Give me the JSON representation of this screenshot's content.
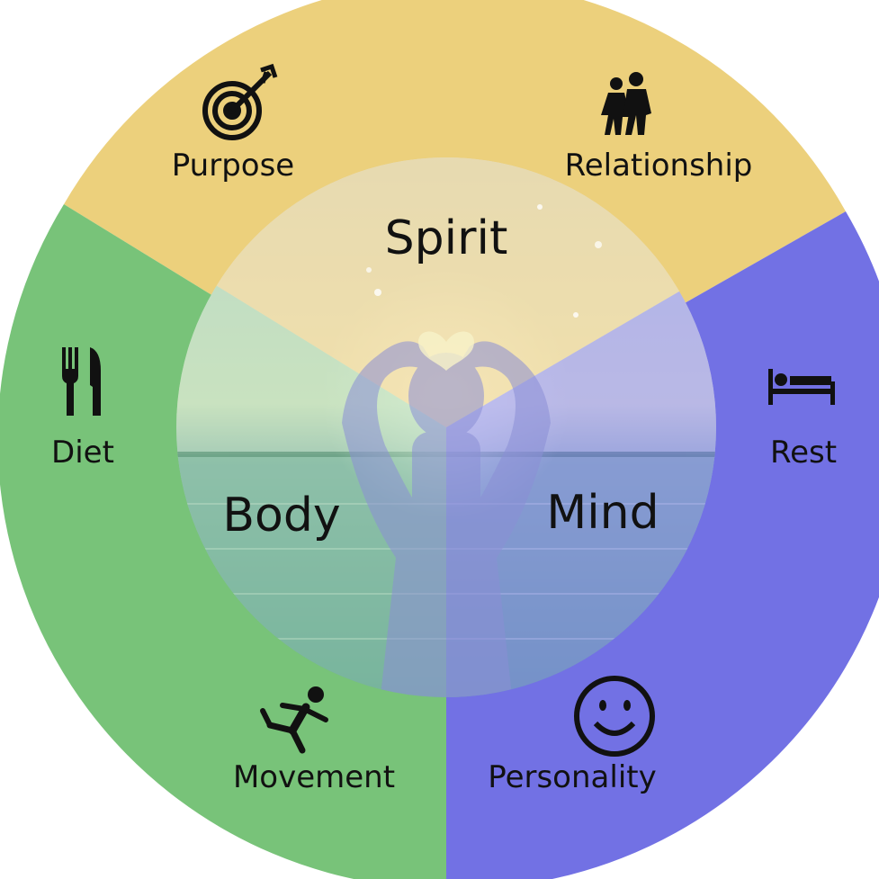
{
  "colors": {
    "spirit": "#ecd07c",
    "body": "#78c379",
    "mind": "#7271e4"
  },
  "segments": {
    "spirit": {
      "label": "Spirit",
      "items": [
        {
          "label": "Purpose",
          "icon": "target-arrow-icon"
        },
        {
          "label": "Relationship",
          "icon": "walking-couple-icon"
        }
      ]
    },
    "body": {
      "label": "Body",
      "items": [
        {
          "label": "Diet",
          "icon": "fork-knife-icon"
        },
        {
          "label": "Movement",
          "icon": "running-person-icon"
        }
      ]
    },
    "mind": {
      "label": "Mind",
      "items": [
        {
          "label": "Rest",
          "icon": "bed-icon"
        },
        {
          "label": "Personality",
          "icon": "smiley-face-icon"
        }
      ]
    }
  }
}
